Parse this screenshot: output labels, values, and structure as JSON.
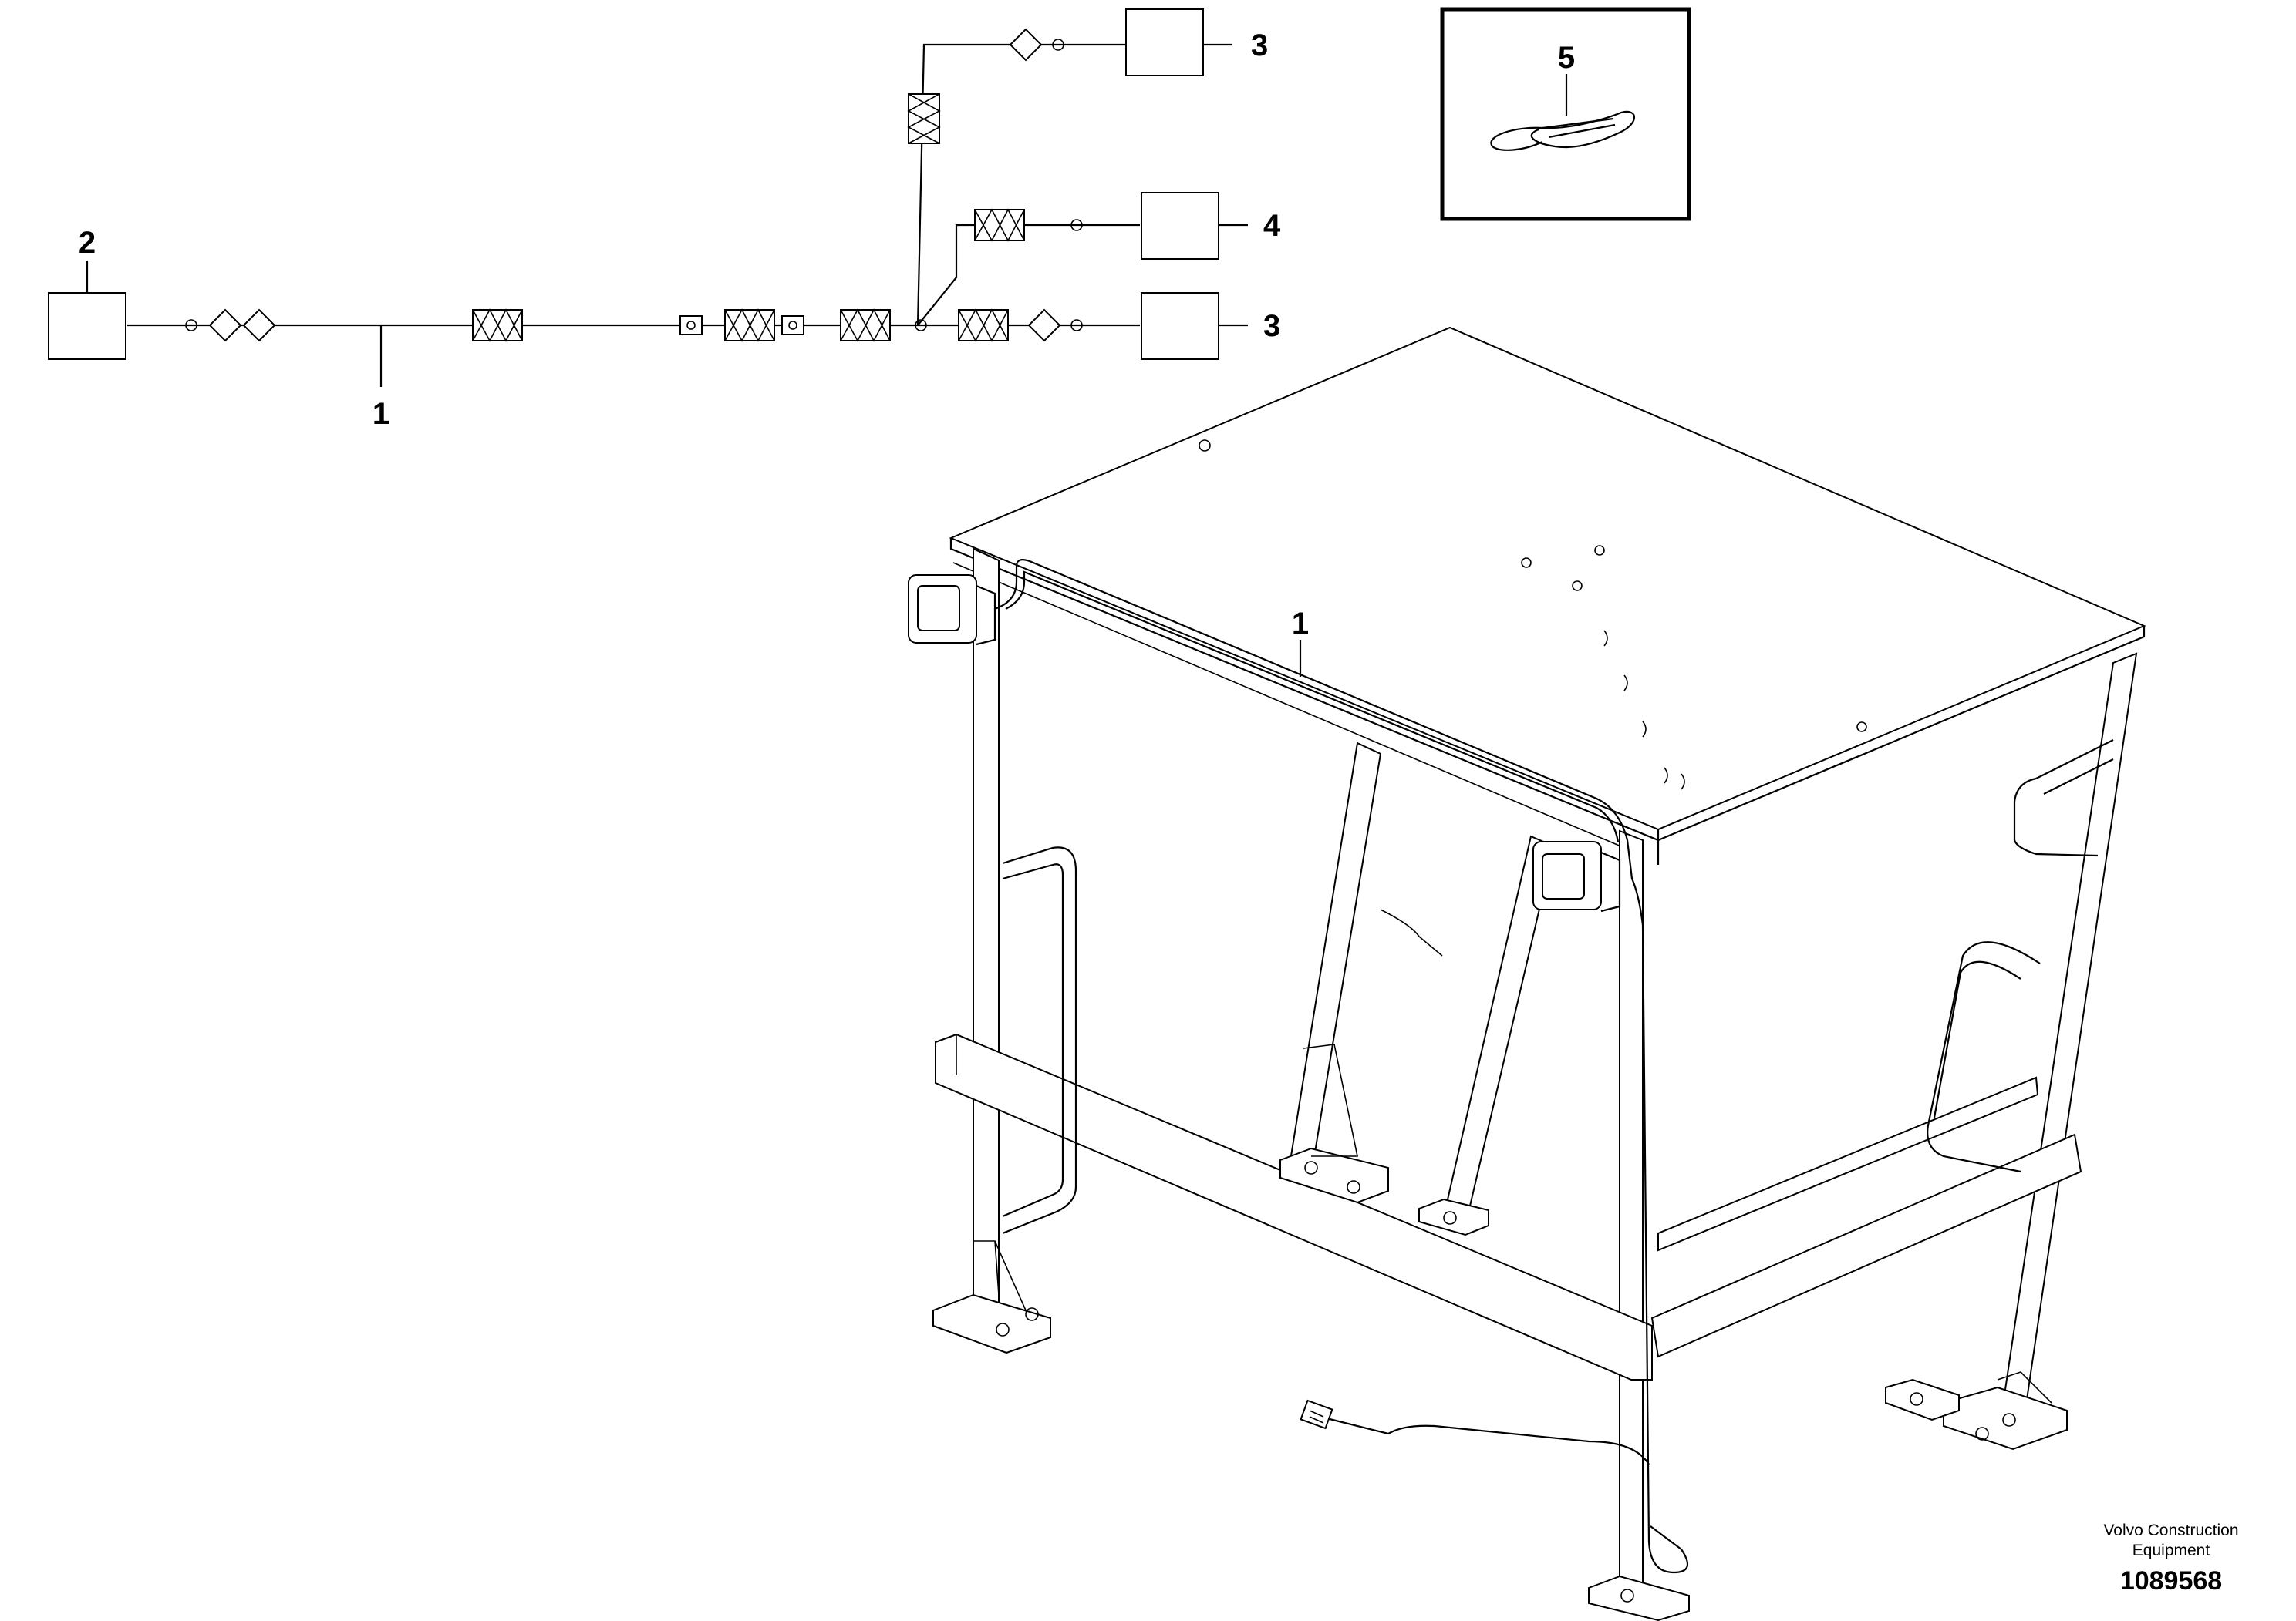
{
  "callouts": {
    "harness_schematic": "1",
    "harness_on_cab": "1",
    "control_unit": "2",
    "lamp_upper": "3",
    "lamp_lower": "3",
    "lamp_middle": "4",
    "cable_tie": "5"
  },
  "footer": {
    "manufacturer_line1": "Volvo Construction",
    "manufacturer_line2": "Equipment",
    "drawing_number": "1089568"
  },
  "icons": [
    "cable-tie-icon",
    "work-lamp-icon",
    "connector-icon"
  ]
}
